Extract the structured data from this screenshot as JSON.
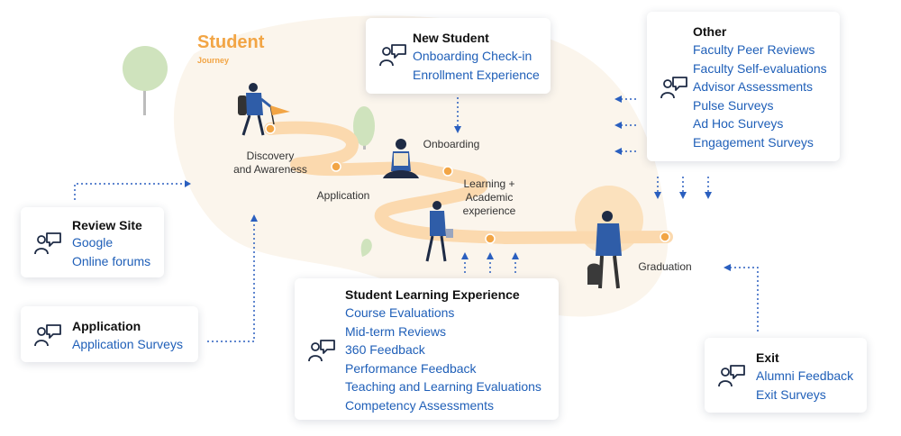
{
  "heading": {
    "title": "Student",
    "subtitle": "Journey"
  },
  "stages": {
    "discovery": "Discovery\nand Awareness",
    "application": "Application",
    "onboarding": "Onboarding",
    "learning": "Learning +\nAcademic\nexperience",
    "graduation": "Graduation"
  },
  "cards": {
    "new_student": {
      "title": "New Student",
      "items": [
        "Onboarding Check-in",
        "Enrollment Experience"
      ]
    },
    "other": {
      "title": "Other",
      "items": [
        "Faculty Peer Reviews",
        "Faculty Self-evaluations",
        "Advisor Assessments",
        "Pulse Surveys",
        "Ad Hoc Surveys",
        "Engagement Surveys"
      ]
    },
    "review_site": {
      "title": "Review Site",
      "items": [
        "Google",
        "Online forums"
      ]
    },
    "application": {
      "title": "Application",
      "items": [
        "Application Surveys"
      ]
    },
    "learning": {
      "title": "Student Learning Experience",
      "items": [
        "Course Evaluations",
        "Mid-term Reviews",
        "360 Feedback",
        "Performance Feedback",
        "Teaching and Learning Evaluations",
        "Competency Assessments"
      ]
    },
    "exit": {
      "title": "Exit",
      "items": [
        "Alumni Feedback",
        "Exit Surveys"
      ]
    }
  },
  "icons": {
    "card_icon": "feedback-chat-icon"
  },
  "colors": {
    "accent": "#f2a545",
    "link": "#1f5fb8",
    "path": "#fbd9ae",
    "connector": "#2a5fbf"
  }
}
